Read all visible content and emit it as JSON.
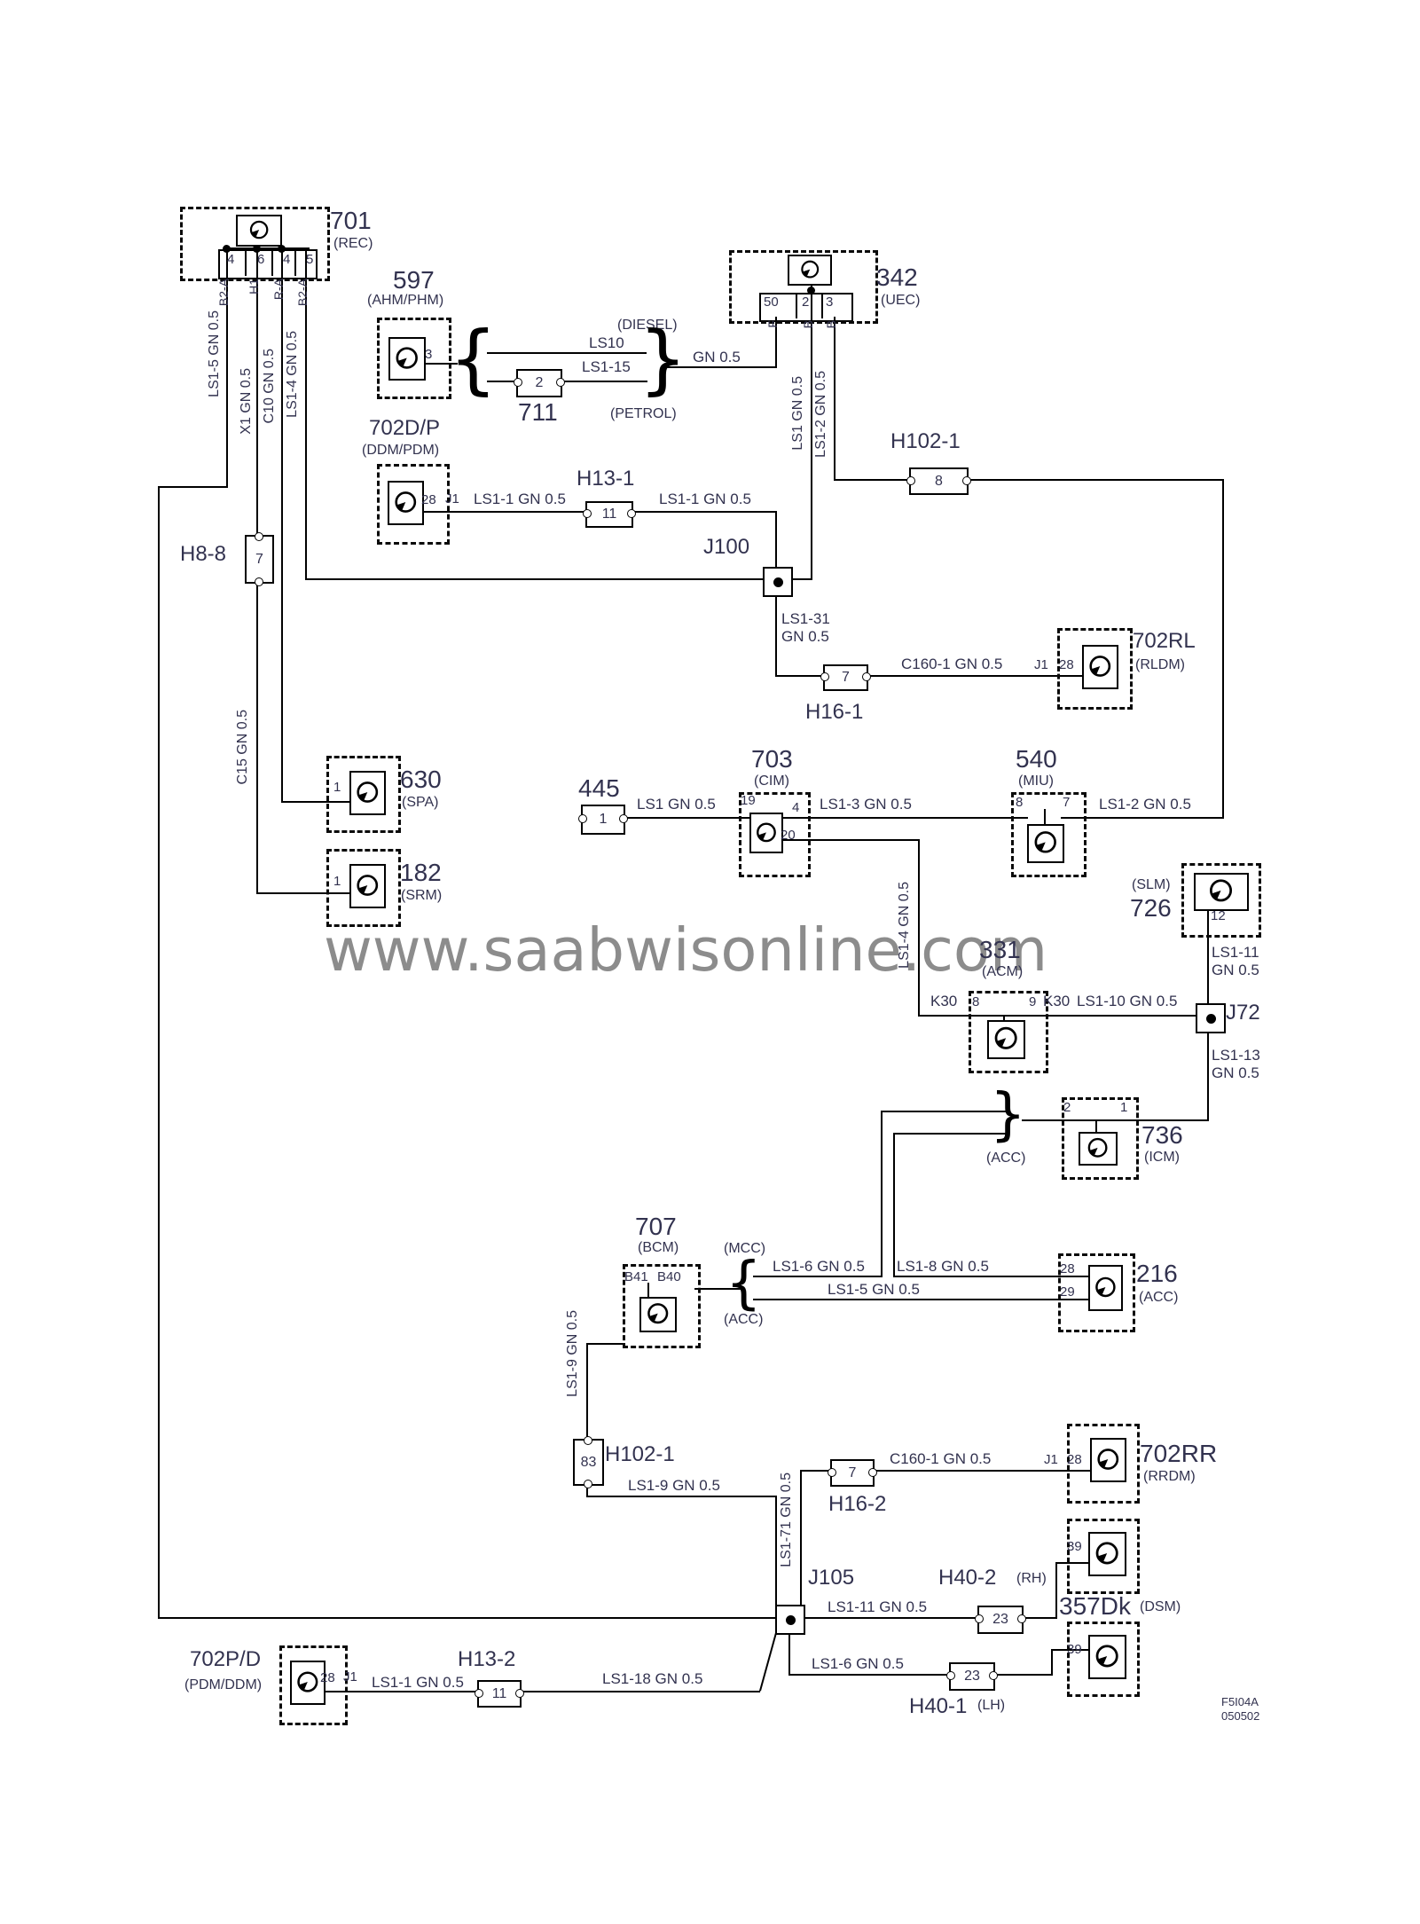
{
  "watermark": "www.saabwisonline.com",
  "doc": {
    "ref": "F5I04A",
    "date": "050502"
  },
  "components": {
    "c701": {
      "code": "701",
      "sub": "(REC)",
      "pins": [
        "4",
        "6",
        "4",
        "5"
      ],
      "tags": [
        "B2-A",
        "H1",
        "R-A",
        "B2-A"
      ]
    },
    "c597": {
      "code": "597",
      "sub": "(AHM/PHM)",
      "pin": "3"
    },
    "c342": {
      "code": "342",
      "sub": "(UEC)",
      "pins": [
        "50",
        "2",
        "3"
      ],
      "tags": [
        "F",
        "B",
        "B"
      ]
    },
    "c702dp": {
      "code": "702D/P",
      "sub": "(DDM/PDM)",
      "conn": "J1",
      "pin": "28"
    },
    "c702rl": {
      "code": "702RL",
      "sub": "(RLDM)",
      "conn": "J1",
      "pin": "28"
    },
    "c630": {
      "code": "630",
      "sub": "(SPA)",
      "pin": "1"
    },
    "c182": {
      "code": "182",
      "sub": "(SRM)",
      "pin": "1"
    },
    "c445": {
      "code": "445",
      "pin": "1"
    },
    "c711": {
      "code": "711",
      "pin": "2"
    },
    "c703": {
      "code": "703",
      "sub": "(CIM)",
      "pins": [
        "19",
        "4",
        "20"
      ]
    },
    "c540": {
      "code": "540",
      "sub": "(MIU)",
      "pins": [
        "8",
        "7"
      ]
    },
    "c726": {
      "code": "726",
      "sub": "(SLM)",
      "pin": "12"
    },
    "c331": {
      "code": "331",
      "sub": "(ACM)",
      "pins": [
        "8",
        "9"
      ]
    },
    "c736": {
      "code": "736",
      "sub": "(ICM)",
      "pins": [
        "2",
        "1"
      ]
    },
    "c707": {
      "code": "707",
      "sub": "(BCM)",
      "pins": [
        "B41",
        "B40"
      ]
    },
    "c216": {
      "code": "216",
      "sub": "(ACC)",
      "pins": [
        "28",
        "29"
      ]
    },
    "c702rr": {
      "code": "702RR",
      "sub": "(RRDM)",
      "conn": "J1",
      "pin": "28"
    },
    "c357": {
      "code": "357Dk",
      "sub": "(DSM)",
      "pin_upper": "39",
      "pin_lower": "39"
    },
    "c702pd": {
      "code": "702P/D",
      "sub": "(PDM/DDM)",
      "conn": "J1",
      "pin": "28"
    }
  },
  "hconns": {
    "h8_8": {
      "name": "H8-8",
      "pin": "7"
    },
    "h13_1": {
      "name": "H13-1",
      "pin": "11"
    },
    "h13_2": {
      "name": "H13-2",
      "pin": "11"
    },
    "h16_1": {
      "name": "H16-1",
      "pin": "7"
    },
    "h16_2": {
      "name": "H16-2",
      "pin": "7"
    },
    "h102_top": {
      "name": "H102-1",
      "pin": "8"
    },
    "h102_bot": {
      "name": "H102-1",
      "pin": "83"
    },
    "h40_2": {
      "name": "H40-2",
      "side": "(RH)",
      "pin": "23"
    },
    "h40_1": {
      "name": "H40-1",
      "side": "(LH)",
      "pin": "23"
    }
  },
  "junctions": {
    "j100": "J100",
    "j105": "J105",
    "j72": "J72"
  },
  "notes": {
    "diesel": "(DIESEL)",
    "petrol": "(PETROL)",
    "mcc": "(MCC)",
    "acc_bcm": "(ACC)",
    "acc_icm": "(ACC)"
  },
  "wires": {
    "ls1_5_v": "LS1-5 GN 0.5",
    "x1_v": "X1 GN 0.5",
    "c10_v": "C10 GN 0.5",
    "ls1_4_v": "LS1-4 GN 0.5",
    "c15_v": "C15 GN 0.5",
    "ls1_v": "LS1 GN 0.5",
    "ls1_2_v": "LS1-2 GN 0.5",
    "ls10": "LS10",
    "ls1_15": "LS1-15",
    "gn": "GN 0.5",
    "ls1_1a": "LS1-1 GN 0.5",
    "ls1_1b": "LS1-1 GN 0.5",
    "ls1_31": "LS1-31\nGN 0.5",
    "c160_1a": "C160-1 GN 0.5",
    "ls1": "LS1 GN 0.5",
    "ls1_3": "LS1-3 GN 0.5",
    "ls1_2": "LS1-2 GN 0.5",
    "ls1_4b": "LS1-4 GN 0.5",
    "k30_a": "K30",
    "k30_b": "K30",
    "ls1_10": "LS1-10 GN 0.5",
    "ls1_11v": "LS1-11\nGN 0.5",
    "ls1_13": "LS1-13\nGN 0.5",
    "ls1_6a": "LS1-6 GN 0.5",
    "ls1_8": "LS1-8 GN 0.5",
    "ls1_5b": "LS1-5 GN 0.5",
    "ls1_9v": "LS1-9 GN 0.5",
    "ls1_9b": "LS1-9 GN 0.5",
    "ls1_71": "LS1-71 GN 0.5",
    "c160_1b": "C160-1 GN 0.5",
    "ls1_11b": "LS1-11 GN 0.5",
    "ls1_6b": "LS1-6 GN 0.5",
    "ls1_1c": "LS1-1 GN 0.5",
    "ls1_18": "LS1-18 GN 0.5"
  }
}
